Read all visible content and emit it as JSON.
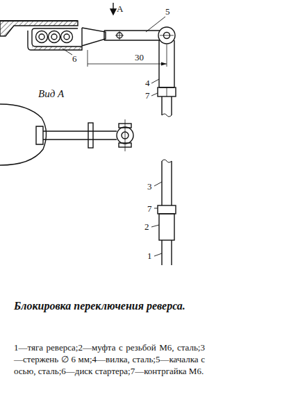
{
  "diagram": {
    "caption": "Блокировка переключения реверса.",
    "labels": [
      "А",
      "5",
      "6",
      "30",
      "4",
      "7",
      "Вид А",
      "3",
      "7",
      "2",
      "1",
      "1—тяга реверса;",
      "2—муфта с резьбой М6, сталь;",
      "3—стержень ∅ 6 мм;",
      "4—вилка, сталь;",
      "5—качалка с осью, сталь;",
      "6—диск стартера;",
      "7—контргайка М6."
    ]
  }
}
